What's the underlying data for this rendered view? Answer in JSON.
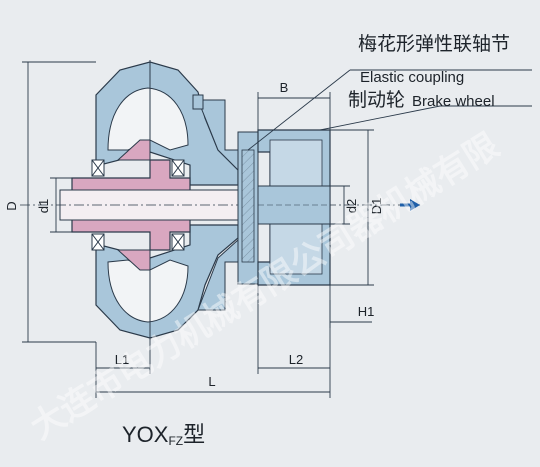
{
  "labels": {
    "coupling_cn": "梅花形弹性联轴节",
    "coupling_en": "Elastic coupling",
    "brake_cn": "制动轮",
    "brake_en": "Brake wheel",
    "model_main": "YOX",
    "model_sub": "FZ",
    "model_suffix": "型"
  },
  "dimensions": {
    "D": "D",
    "d1": "d1",
    "d2": "d2",
    "D1": "D1",
    "B": "B",
    "H1": "H1",
    "L1": "L1",
    "L2": "L2",
    "L": "L"
  },
  "watermark": "大连市电力机械有限公司器机械有限",
  "colors": {
    "housing": "#a9c6da",
    "rotor": "#d9a7c0",
    "line": "#2b3a4a",
    "arrow": "#1f5fa8"
  },
  "icons": [
    "flow-arrow-icon"
  ]
}
